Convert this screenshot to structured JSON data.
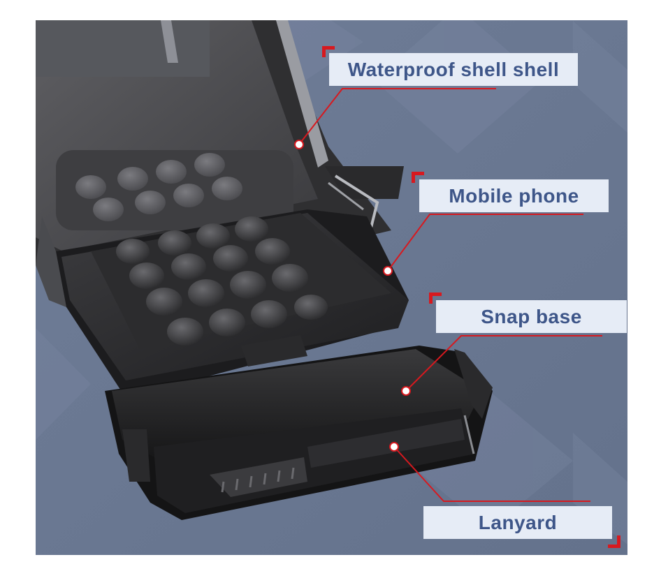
{
  "colors": {
    "background": "#6b7a94",
    "label_bg": "#e6ecf6",
    "label_text": "#3e5689",
    "accent_red": "#d7191f"
  },
  "callouts": [
    {
      "id": "shell",
      "label": "Waterproof shell shell"
    },
    {
      "id": "phone",
      "label": "Mobile phone"
    },
    {
      "id": "snap",
      "label": "Snap base"
    },
    {
      "id": "lanyard",
      "label": "Lanyard"
    }
  ]
}
